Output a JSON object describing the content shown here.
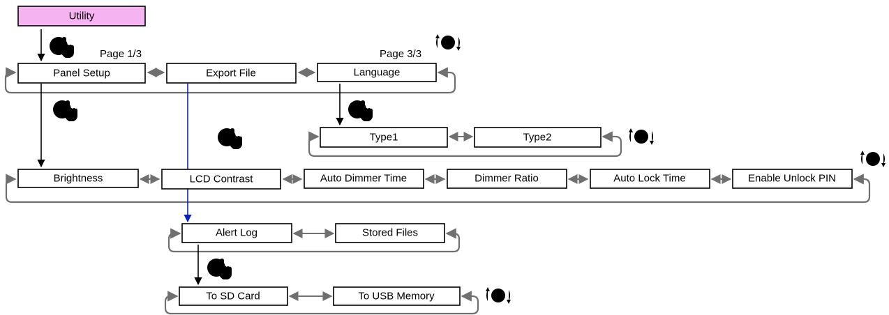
{
  "nodes": {
    "utility": "Utility",
    "panel_setup": "Panel Setup",
    "export_file": "Export File",
    "language": "Language",
    "type1": "Type1",
    "type2": "Type2",
    "brightness": "Brightness",
    "lcd_contrast": "LCD Contrast",
    "auto_dimmer_time": "Auto Dimmer Time",
    "dimmer_ratio": "Dimmer Ratio",
    "auto_lock_time": "Auto Lock Time",
    "enable_unlock_pin": "Enable Unlock PIN",
    "alert_log": "Alert Log",
    "stored_files": "Stored Files",
    "to_sd_card": "To SD Card",
    "to_usb_memory": "To USB Memory"
  },
  "labels": {
    "page_first": "Page 1/3",
    "page_last": "Page 3/3"
  },
  "colors": {
    "root_fill": "#f5b3f2",
    "loop_stroke": "#707070",
    "blue_arrow": "#0b1fc0"
  },
  "icons": {
    "press": "press-knob-icon",
    "rotate": "rotate-knob-icon"
  }
}
